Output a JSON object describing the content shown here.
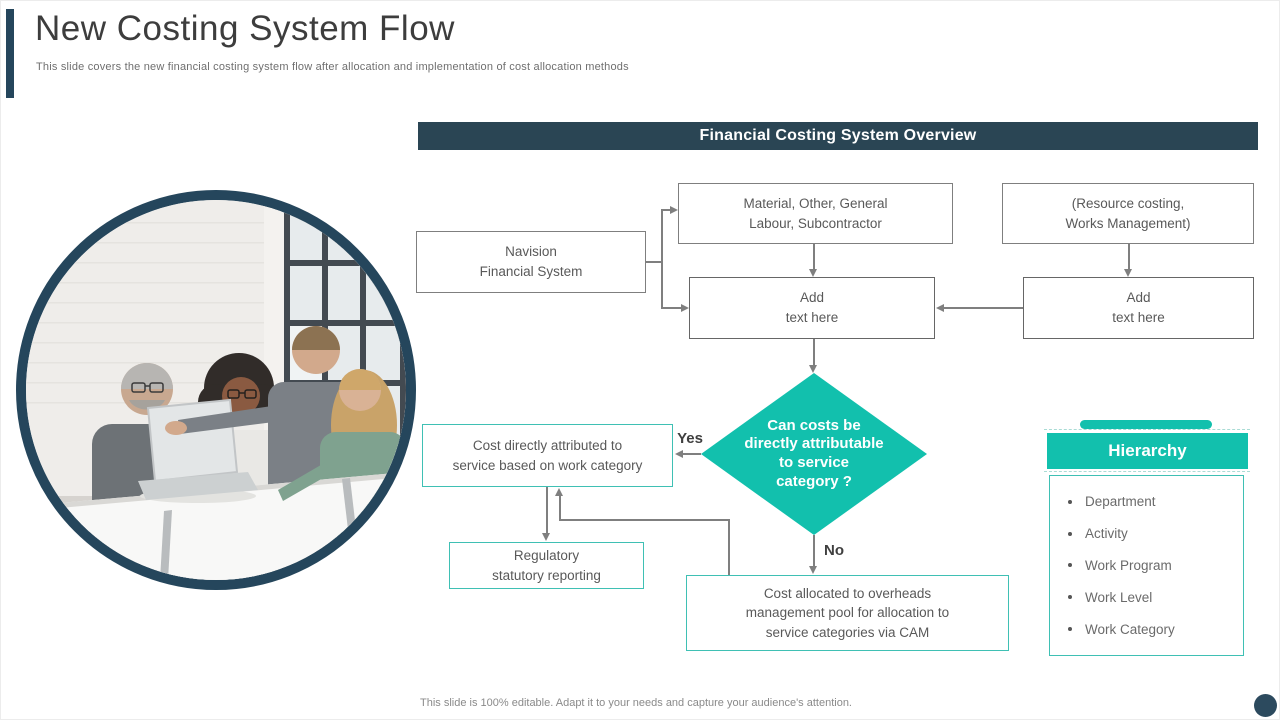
{
  "slide": {
    "title": "New Costing System Flow",
    "subtitle": "This slide covers the new financial costing system flow after allocation and implementation of cost allocation methods",
    "footer": "This slide is 100% editable. Adapt it to your needs and capture your audience's attention."
  },
  "colors": {
    "teal_accent": "#12c0ad",
    "teal_border": "#3fc0b4",
    "navy_header": "#2a4554",
    "navy_ring": "#25465c",
    "connector_gray": "#7f7f7f"
  },
  "flowchart": {
    "header_label": "Financial Costing System Overview",
    "nodes": {
      "navision": "Navision\nFinancial System",
      "material": "Material, Other, General\nLabour, Subcontractor",
      "resource": "(Resource costing,\nWorks Management)",
      "add_center": "Add\ntext here",
      "add_right": "Add\ntext here",
      "decision": "Can costs be\ndirectly attributable\nto service\ncategory ?",
      "direct_cost": "Cost directly attributed to\nservice based on work category",
      "regulatory": "Regulatory\nstatutory reporting",
      "allocated": "Cost allocated to overheads\nmanagement pool for allocation to\nservice categories via CAM"
    },
    "labels": {
      "yes": "Yes",
      "no": "No"
    }
  },
  "hierarchy": {
    "title": "Hierarchy",
    "items": [
      "Department",
      "Activity",
      "Work Program",
      "Work Level",
      "Work Category"
    ]
  }
}
